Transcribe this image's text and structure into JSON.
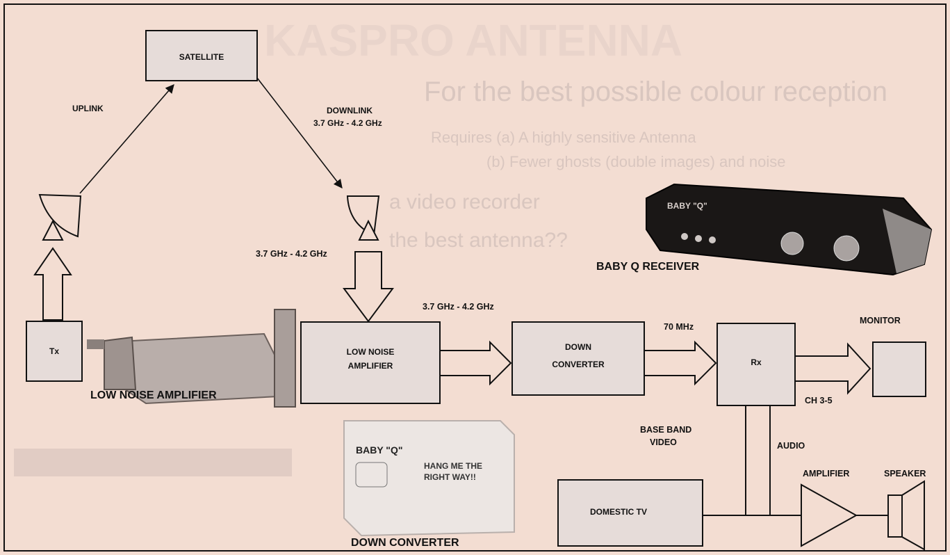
{
  "background_text": {
    "headline": "For the best possible colour reception",
    "line1": "Requires (a) A highly sensitive Antenna",
    "line2": "(b) Fewer ghosts (double images) and noise",
    "line3": "a video recorder",
    "line4": "the best antenna??"
  },
  "blocks": {
    "satellite": "SATELLITE",
    "tx": "Tx",
    "lna": [
      "LOW NOISE",
      "AMPLIFIER"
    ],
    "down_converter": [
      "DOWN",
      "CONVERTER"
    ],
    "rx": "Rx",
    "domestic_tv": "DOMESTIC TV"
  },
  "signal_labels": {
    "uplink": "UPLINK",
    "downlink": "DOWNLINK",
    "downlink_freq": "3.7 GHz - 4.2 GHz",
    "dish_freq": "3.7 GHz - 4.2 GHz",
    "lna_out_freq": "3.7 GHz - 4.2 GHz",
    "if_freq": "70 MHz",
    "ch": "CH 3-5",
    "baseband": [
      "BASE BAND",
      "VIDEO"
    ],
    "audio": "AUDIO",
    "monitor": "MONITOR",
    "amplifier": "AMPLIFIER",
    "speaker": "SPEAKER"
  },
  "photo_captions": {
    "lna_photo": "LOW NOISE AMPLIFIER",
    "receiver_photo": "BABY Q RECEIVER",
    "converter_photo": "DOWN CONVERTER"
  },
  "photo_text": {
    "receiver_brand": "BABY \"Q\"",
    "converter_brand": "BABY \"Q\"",
    "converter_note": [
      "HANG ME THE",
      "RIGHT WAY!!"
    ]
  }
}
